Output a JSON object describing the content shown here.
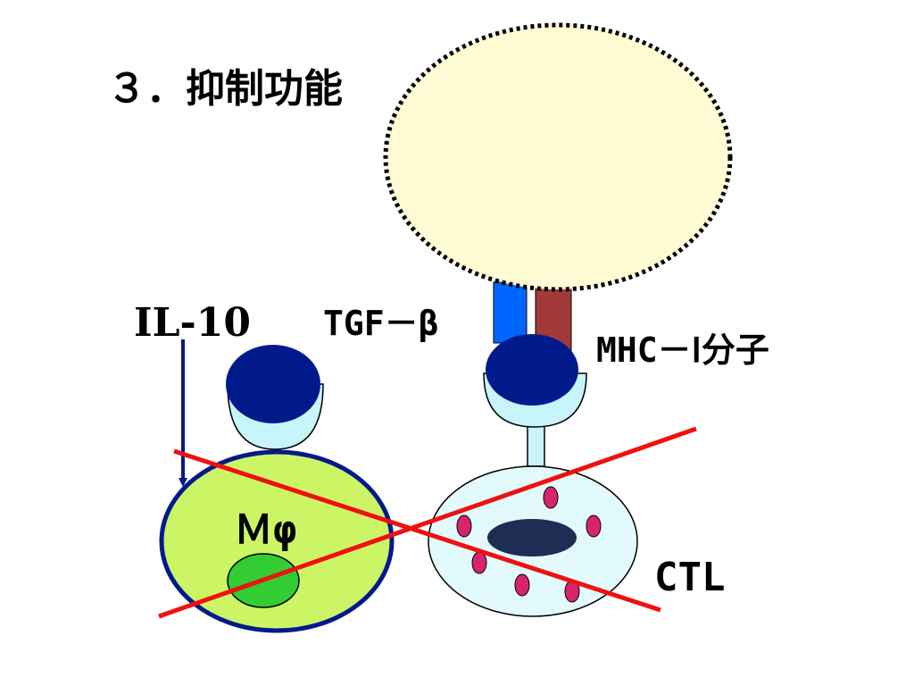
{
  "slide": {
    "title": "３．抑制功能"
  },
  "labels": {
    "il10": "IL-10",
    "tgf_beta": "TGF－β",
    "mhc_class1": "MHC－Ⅰ分子",
    "macrophage": "Ｍφ",
    "ctl": "CTL"
  },
  "colors": {
    "target_cell_fill": "#fffbd4",
    "target_cell_border": "#000000",
    "tgf_receptor": "#0066ff",
    "mhc_molecule": "#a23a3a",
    "tcr_head": "#001a8c",
    "tcr_cup": "#c8f4fc",
    "macrophage_fill": "#ccf566",
    "macrophage_border": "#001a8c",
    "macrophage_nucleus": "#33cc33",
    "ctl_fill": "#e2fafc",
    "ctl_nucleus": "#1e2d54",
    "ctl_granule": "#d6246e",
    "il10_arrow": "#001a8c",
    "cross_out": "#ee1111"
  }
}
